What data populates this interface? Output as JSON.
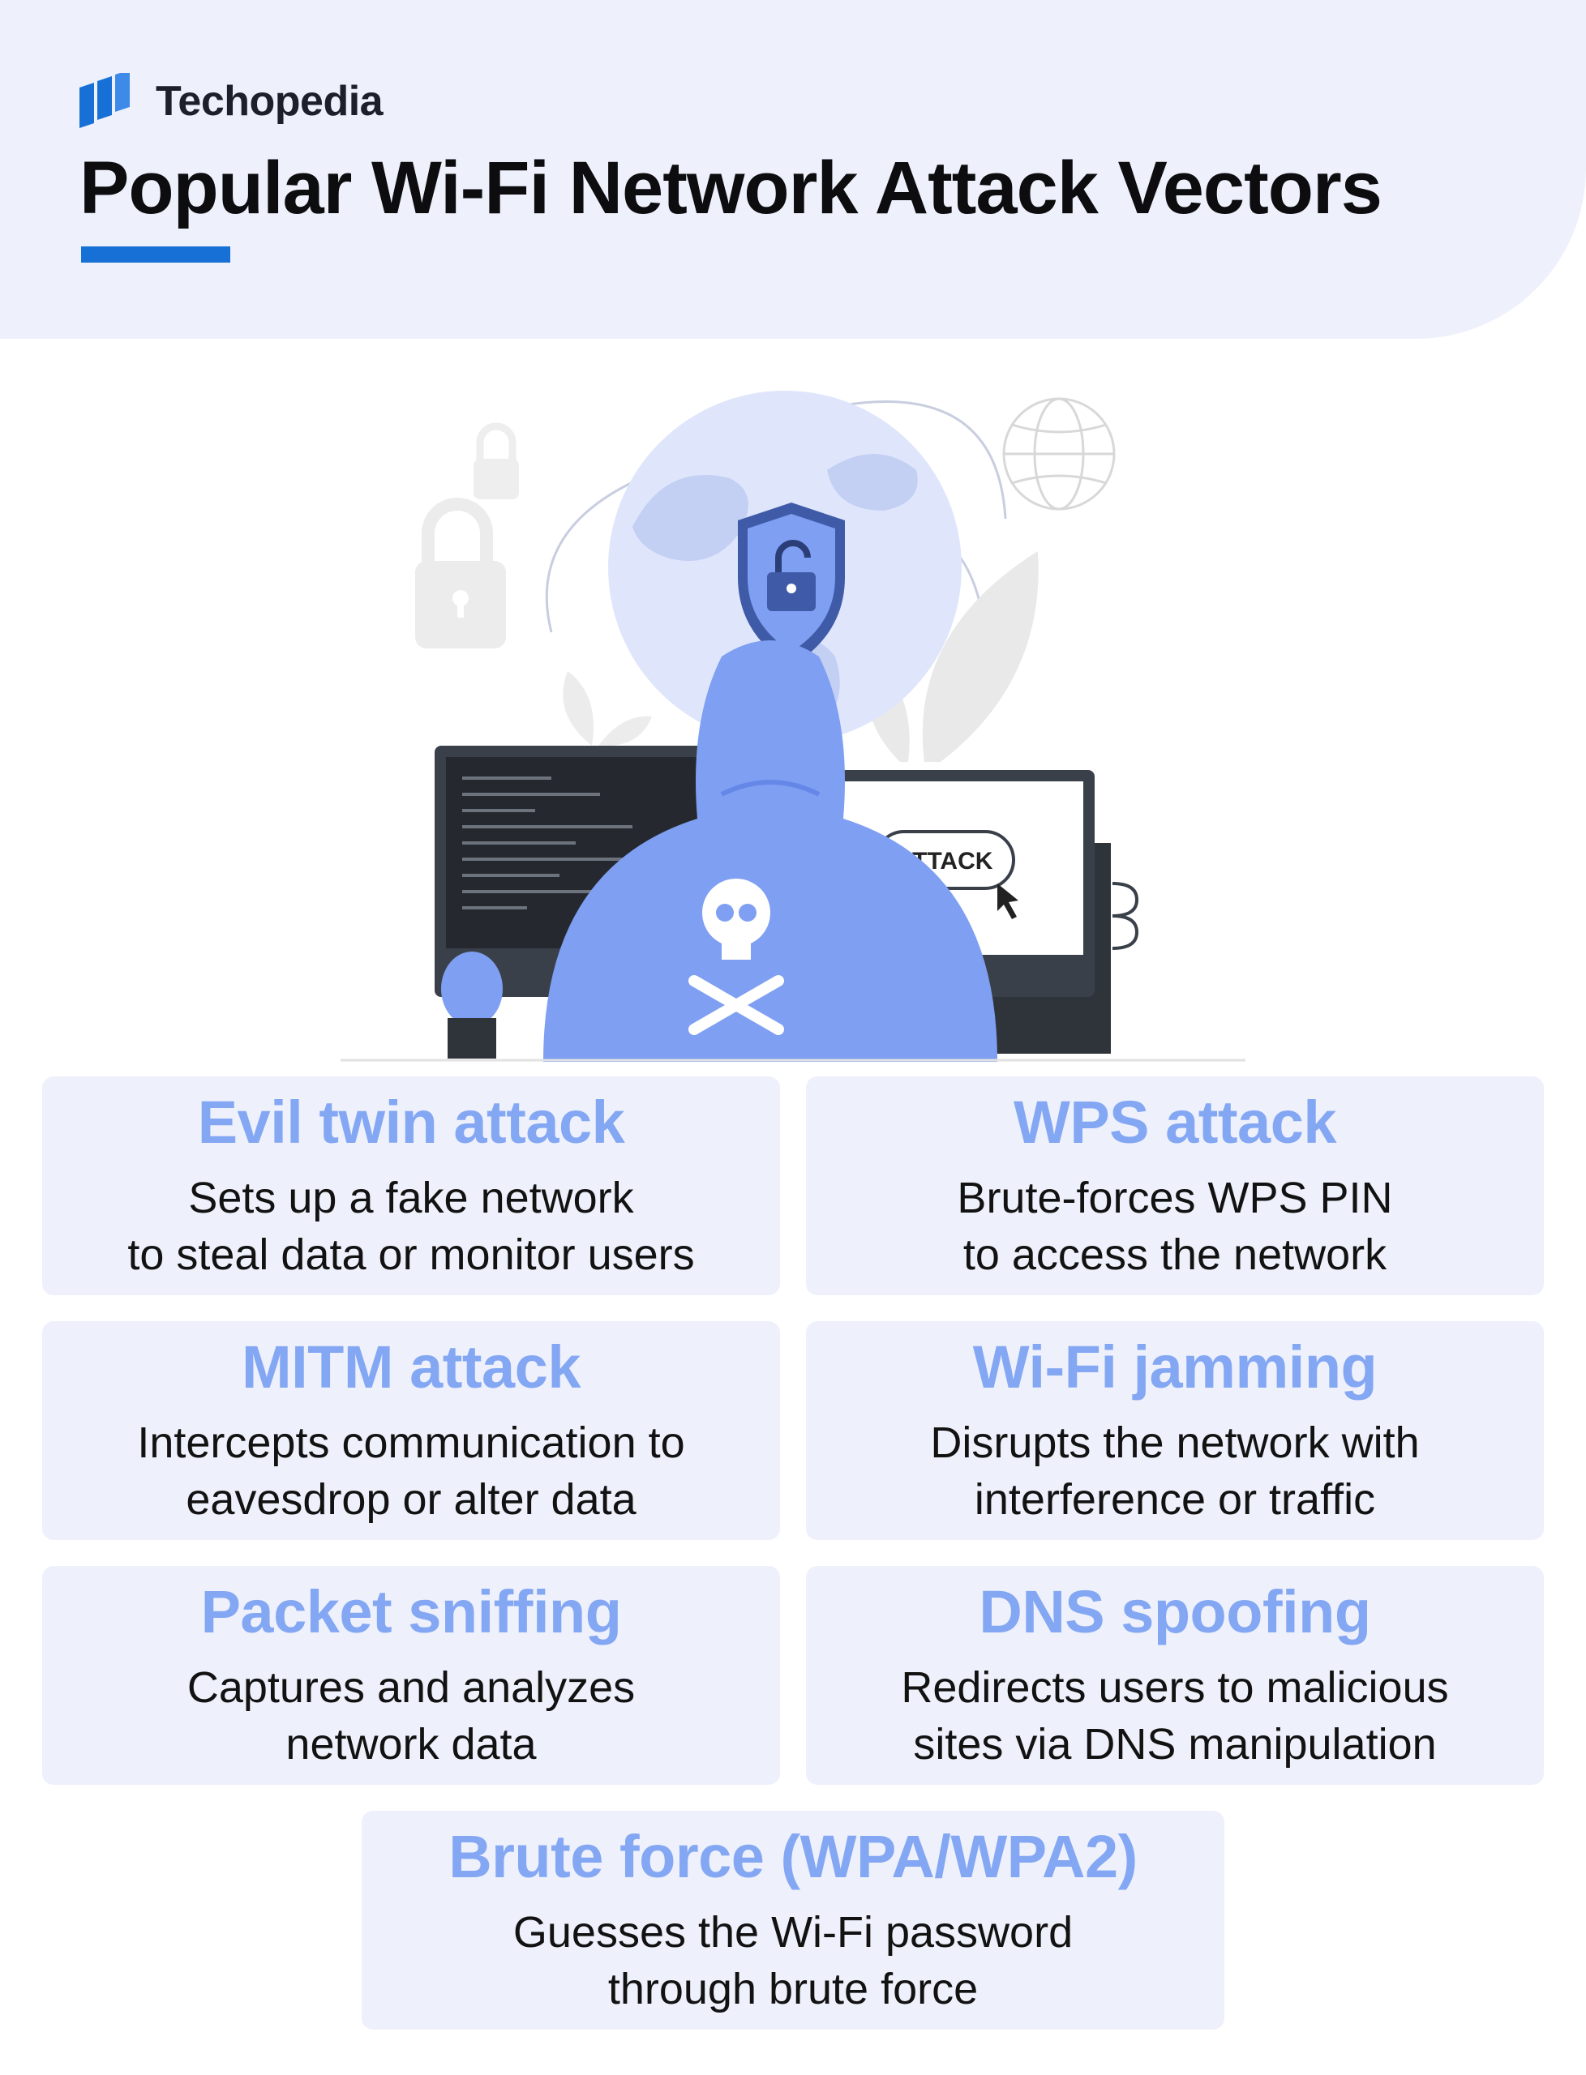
{
  "brand": {
    "name": "Techopedia",
    "logo_color": "#1670d6"
  },
  "title": "Popular Wi-Fi Network Attack Vectors",
  "illustration": {
    "button_label": "ATTACK",
    "accent": "#6f9af5"
  },
  "cards": [
    {
      "title": "Evil twin attack",
      "desc": "Sets up a fake network\nto steal data or monitor users"
    },
    {
      "title": "WPS attack",
      "desc": "Brute-forces WPS PIN\nto access the network"
    },
    {
      "title": "MITM attack",
      "desc": "Intercepts communication to\neavesdrop or alter data"
    },
    {
      "title": "Wi-Fi jamming",
      "desc": "Disrupts the network with\ninterference or traffic"
    },
    {
      "title": "Packet sniffing",
      "desc": "Captures and analyzes\nnetwork data"
    },
    {
      "title": "DNS spoofing",
      "desc": "Redirects users to malicious\nsites via DNS manipulation"
    },
    {
      "title": "Brute force (WPA/WPA2)",
      "desc": "Guesses the Wi-Fi password\nthrough brute force"
    }
  ],
  "colors": {
    "card_bg": "#eef1fb",
    "card_title": "#84a7f4",
    "underline": "#1670d6"
  }
}
